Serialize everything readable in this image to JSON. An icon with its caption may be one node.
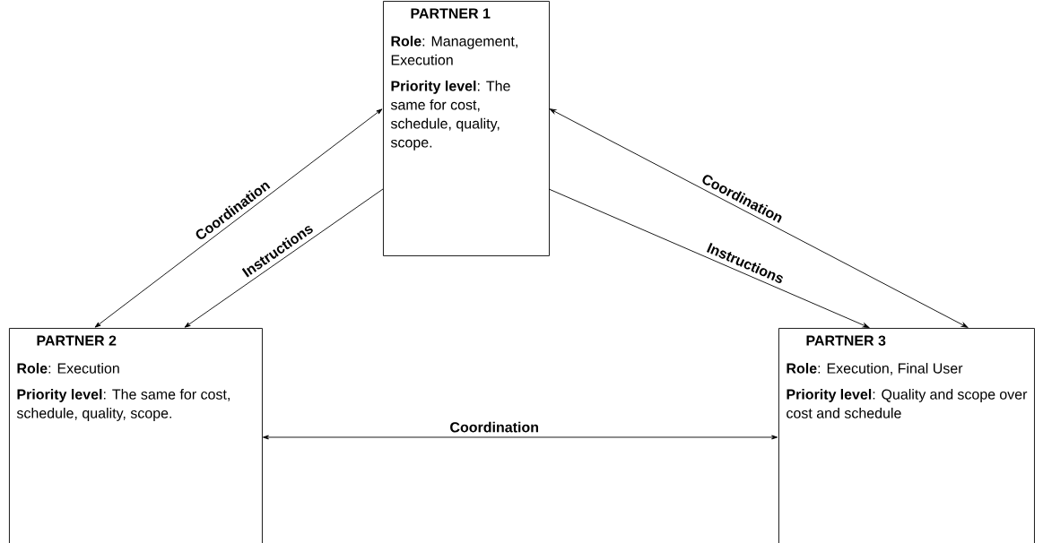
{
  "diagram": {
    "nodes": [
      {
        "text": [
          "PARTNER 1",
          "**Role**: Management, Execution",
          "**Priority level**: The same for cost, schedule, quality, scope."
        ]
      },
      {
        "text": [
          "PARTNER 2",
          "**Role**: Execution",
          "**Priority level**: The same for cost, schedule, quality, scope."
        ]
      },
      {
        "text": [
          "PARTNER 3",
          "**Role**: Execution, Final User",
          "**Priority level**: Quality and scope over cost and schedule"
        ]
      }
    ],
    "edges": [
      {
        "from": 0,
        "to": 1,
        "arrow": "both",
        "label": "Coordination"
      },
      {
        "from": 0,
        "to": 1,
        "arrow": "to",
        "label": "Instructions"
      },
      {
        "from": 0,
        "to": 2,
        "arrow": "both",
        "label": "Coordination"
      },
      {
        "from": 0,
        "to": 2,
        "arrow": "to",
        "label": "Instructions"
      },
      {
        "from": 1,
        "to": 2,
        "arrow": "both",
        "label": "Coordination"
      }
    ]
  }
}
